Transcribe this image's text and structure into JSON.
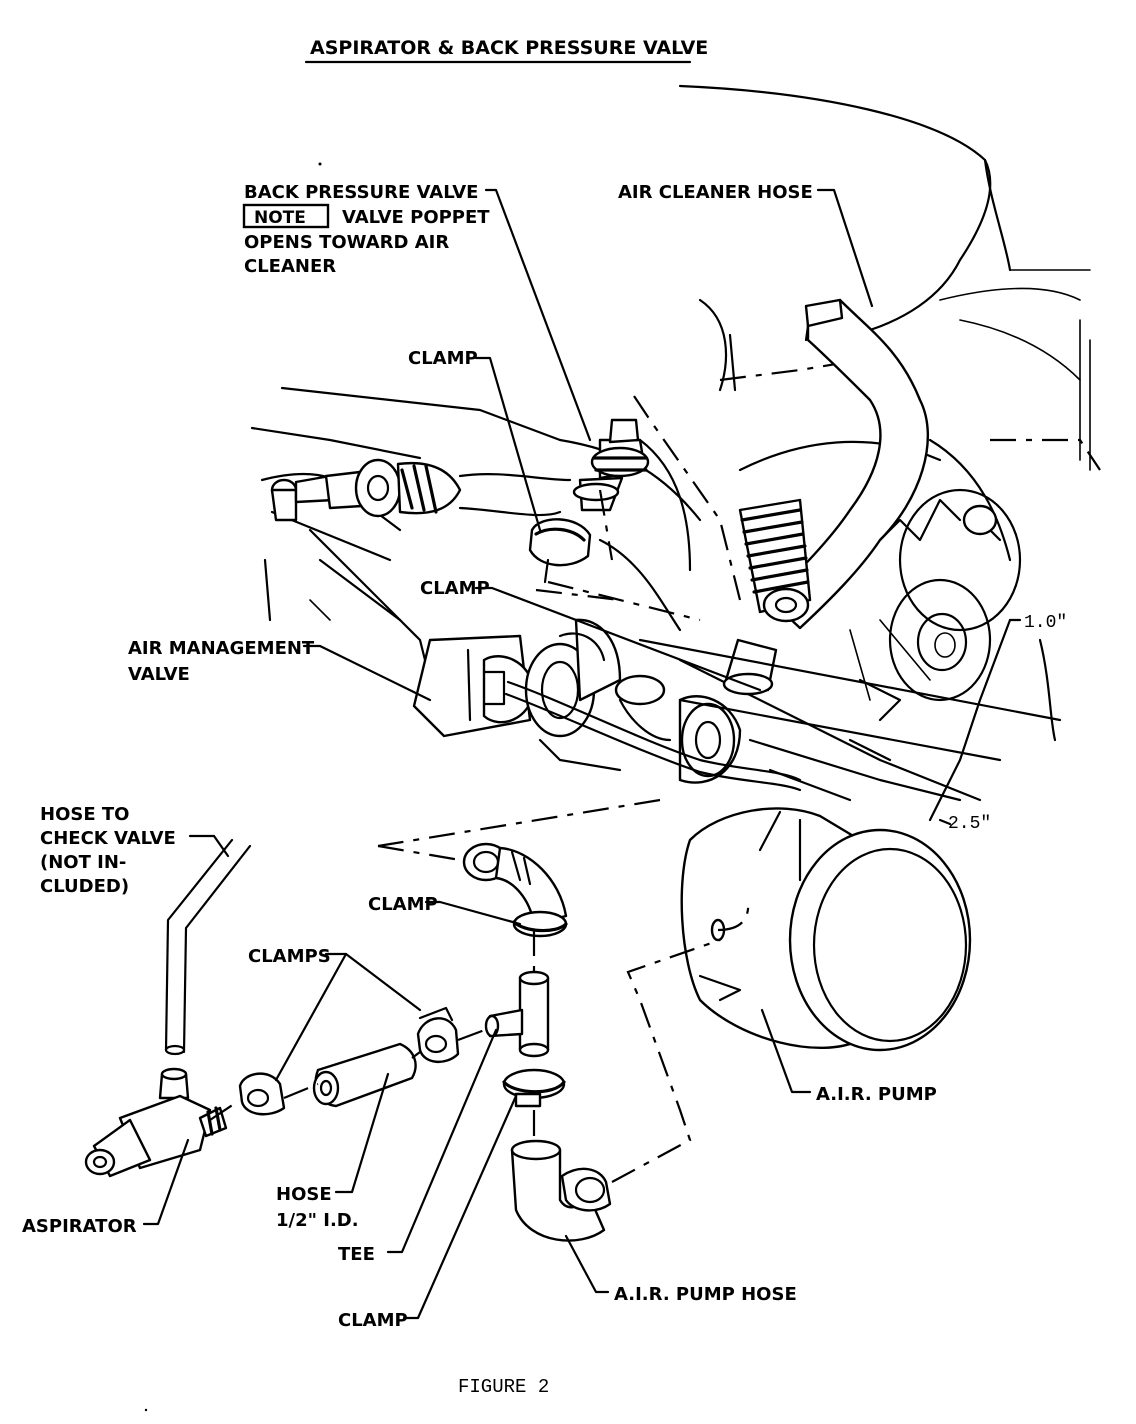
{
  "title": "ASPIRATOR & BACK PRESSURE VALVE",
  "caption": "FIGURE 2",
  "labels": {
    "back_pressure_valve": [
      "BACK PRESSURE VALVE",
      "VALVE POPPET",
      "OPENS TOWARD AIR",
      "CLEANER"
    ],
    "note": "NOTE",
    "air_cleaner_hose": "AIR CLEANER HOSE",
    "clamp_upper": "CLAMP",
    "clamp_middle": "CLAMP",
    "air_management_valve": [
      "AIR MANAGEMENT",
      "VALVE"
    ],
    "dim_top": "1.0\"",
    "dim_bottom": "2.5\"",
    "hose_to_check_valve": [
      "HOSE TO",
      "CHECK VALVE",
      "(NOT IN-",
      "CLUDED)"
    ],
    "clamp_elbow": "CLAMP",
    "clamps": "CLAMPS",
    "air_pump": "A.I.R. PUMP",
    "hose_half": [
      "HOSE",
      "1/2\" I.D."
    ],
    "aspirator": "ASPIRATOR",
    "tee": "TEE",
    "clamp_bottom": "CLAMP",
    "air_pump_hose": "A.I.R. PUMP HOSE"
  }
}
